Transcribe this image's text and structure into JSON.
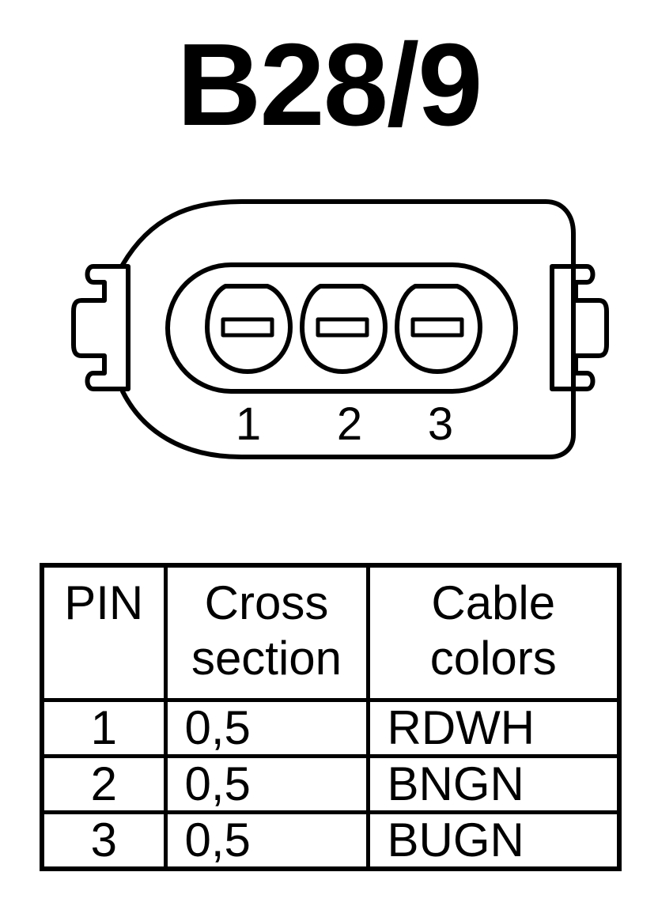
{
  "title": "B28/9",
  "connector": {
    "pin_labels": [
      "1",
      "2",
      "3"
    ]
  },
  "table": {
    "headers": {
      "pin": "PIN",
      "cross_section_line1": "Cross",
      "cross_section_line2": "section",
      "cable_colors_line1": "Cable",
      "cable_colors_line2": "colors"
    },
    "rows": [
      {
        "pin": "1",
        "cross_section": "0,5",
        "color": "RDWH"
      },
      {
        "pin": "2",
        "cross_section": "0,5",
        "color": "BNGN"
      },
      {
        "pin": "3",
        "cross_section": "0,5",
        "color": "BUGN"
      }
    ]
  }
}
